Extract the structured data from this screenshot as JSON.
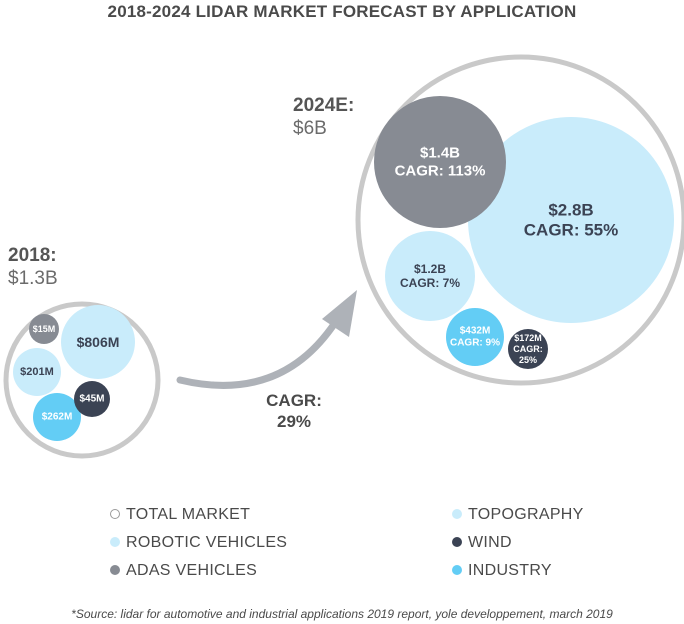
{
  "chart_data": {
    "type": "bubble",
    "title": "2018-2024 LIDAR MARKET FORECAST BY APPLICATION",
    "groups": [
      {
        "year_label": "2018:",
        "total_label": "$1.3B",
        "total_value_musd": 1300,
        "bubbles": [
          {
            "category": "ROBOTIC VEHICLES",
            "value_musd": 806,
            "label": "$806M",
            "cagr": null
          },
          {
            "category": "INDUSTRY",
            "value_musd": 262,
            "label": "$262M",
            "cagr": null
          },
          {
            "category": "TOPOGRAPHY",
            "value_musd": 201,
            "label": "$201M",
            "cagr": null
          },
          {
            "category": "WIND",
            "value_musd": 45,
            "label": "$45M",
            "cagr": null
          },
          {
            "category": "ADAS VEHICLES",
            "value_musd": 15,
            "label": "$15M",
            "cagr": null
          }
        ]
      },
      {
        "year_label": "2024E:",
        "total_label": "$6B",
        "total_value_musd": 6000,
        "bubbles": [
          {
            "category": "ROBOTIC VEHICLES",
            "value_musd": 2800,
            "label": "$2.8B",
            "cagr": "CAGR: 55%"
          },
          {
            "category": "ADAS VEHICLES",
            "value_musd": 1400,
            "label": "$1.4B",
            "cagr": "CAGR: 113%"
          },
          {
            "category": "TOPOGRAPHY",
            "value_musd": 1200,
            "label": "$1.2B",
            "cagr": "CAGR: 7%"
          },
          {
            "category": "INDUSTRY",
            "value_musd": 432,
            "label": "$432M",
            "cagr": "CAGR: 9%"
          },
          {
            "category": "WIND",
            "value_musd": 172,
            "label": "$172M",
            "cagr": [
              "CAGR:",
              "25%"
            ]
          }
        ]
      }
    ],
    "overall_cagr": {
      "label": "CAGR:",
      "value": "29%"
    },
    "legend": [
      {
        "name": "TOTAL MARKET",
        "color": "#ffffff"
      },
      {
        "name": "TOPOGRAPHY",
        "color": "#c9ecfb"
      },
      {
        "name": "ROBOTIC VEHICLES",
        "color": "#c9ecfb"
      },
      {
        "name": "WIND",
        "color": "#3b4354"
      },
      {
        "name": "ADAS VEHICLES",
        "color": "#878b93"
      },
      {
        "name": "INDUSTRY",
        "color": "#63cdf5"
      }
    ],
    "source": "*Source: lidar for automotive and industrial applications 2019 report, yole developpement, march 2019"
  },
  "colors": {
    "ring": "#c9c9c9",
    "robotic": "#c9ecfb",
    "industry": "#63cdf5",
    "topography_2018": "#c9ecfb",
    "topography_2024": "#c9ecfb",
    "wind": "#3b4354",
    "adas": "#878b93",
    "label_dark": "#3b4354",
    "label_light": "#ffffff",
    "arrow": "#aeb2b8"
  }
}
